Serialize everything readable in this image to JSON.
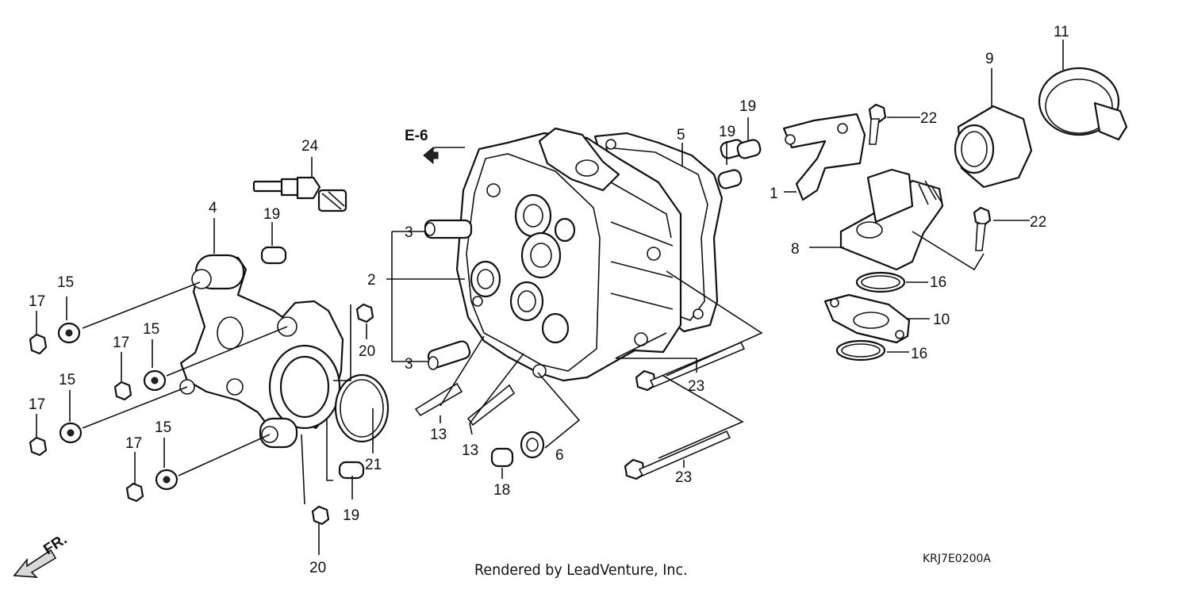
{
  "reference": {
    "label": "E-6"
  },
  "front_indicator": {
    "label": "FR."
  },
  "credit": "Rendered by LeadVenture, Inc.",
  "diagram_code": "KRJ7E0200A",
  "callouts": [
    {
      "id": "c1",
      "text": "1"
    },
    {
      "id": "c2",
      "text": "2"
    },
    {
      "id": "c3a",
      "text": "3"
    },
    {
      "id": "c3b",
      "text": "3"
    },
    {
      "id": "c4",
      "text": "4"
    },
    {
      "id": "c5",
      "text": "5"
    },
    {
      "id": "c6",
      "text": "6"
    },
    {
      "id": "c8",
      "text": "8"
    },
    {
      "id": "c9",
      "text": "9"
    },
    {
      "id": "c10",
      "text": "10"
    },
    {
      "id": "c11",
      "text": "11"
    },
    {
      "id": "c13a",
      "text": "13"
    },
    {
      "id": "c13b",
      "text": "13"
    },
    {
      "id": "c15a",
      "text": "15"
    },
    {
      "id": "c15b",
      "text": "15"
    },
    {
      "id": "c15c",
      "text": "15"
    },
    {
      "id": "c15d",
      "text": "15"
    },
    {
      "id": "c16a",
      "text": "16"
    },
    {
      "id": "c16b",
      "text": "16"
    },
    {
      "id": "c17a",
      "text": "17"
    },
    {
      "id": "c17b",
      "text": "17"
    },
    {
      "id": "c17c",
      "text": "17"
    },
    {
      "id": "c17d",
      "text": "17"
    },
    {
      "id": "c18",
      "text": "18"
    },
    {
      "id": "c19a",
      "text": "19"
    },
    {
      "id": "c19b",
      "text": "19"
    },
    {
      "id": "c19c",
      "text": "19"
    },
    {
      "id": "c19d",
      "text": "19"
    },
    {
      "id": "c20a",
      "text": "20"
    },
    {
      "id": "c20b",
      "text": "20"
    },
    {
      "id": "c21",
      "text": "21"
    },
    {
      "id": "c22a",
      "text": "22"
    },
    {
      "id": "c22b",
      "text": "22"
    },
    {
      "id": "c23a",
      "text": "23"
    },
    {
      "id": "c23b",
      "text": "23"
    },
    {
      "id": "c24",
      "text": "24"
    }
  ]
}
